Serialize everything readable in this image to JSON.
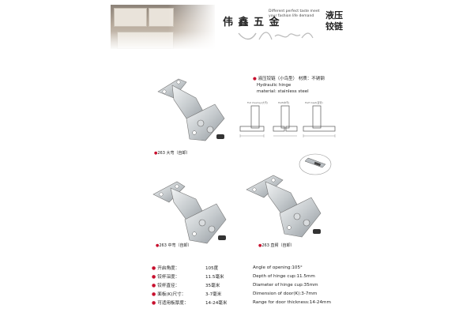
{
  "header": {
    "brand_cn": "伟 鑫 五 金",
    "tagline_line1": "Different perfect taste meet",
    "tagline_line2": "your fashion life demand",
    "title_cn_line1": "液压",
    "title_cn_line2": "铰链"
  },
  "spec_block": {
    "name_cn": "液压铰链（小鸟型） 材质：不锈钢",
    "name_en": "Hydraulic hinge",
    "material_en": "material: stainless steel"
  },
  "drawings": {
    "labels": [
      "Full Overlay(大弯)",
      "Half(中弯)",
      "Half Inset(直臂)"
    ]
  },
  "captions": {
    "large_bend": "263 大弯（自卸）",
    "medium_bend": "263 中弯（自卸）",
    "straight_arm": "263 直臂（自卸）"
  },
  "specs": [
    {
      "label_cn": "开启角度：",
      "value_cn": "105度",
      "label_en": "Angle of opening:105°"
    },
    {
      "label_cn": "铰杯深度：",
      "value_cn": "11.5毫米",
      "label_en": "Depth of hinge cup:11.5mm"
    },
    {
      "label_cn": "铰杯直径：",
      "value_cn": "35毫米",
      "label_en": "Diameter of hinge cup:35mm"
    },
    {
      "label_cn": "面板(K)尺寸：",
      "value_cn": "3-7毫米",
      "label_en": "Dimension of door(K):3-7mm"
    },
    {
      "label_cn": "可适用板厚度：",
      "value_cn": "14-24毫米",
      "label_en": "Range for door thickness:14-24mm"
    }
  ],
  "colors": {
    "accent": "#c8102e",
    "metal": "#cfd3d6",
    "metal_dark": "#8f969c"
  }
}
